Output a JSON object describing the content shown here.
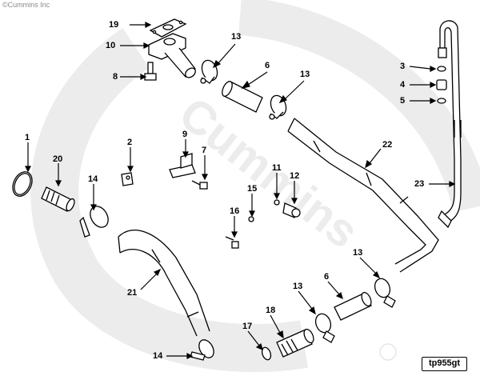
{
  "copyright": "©Cummins Inc",
  "watermark": "Cummins",
  "figure_id": "tp955gt",
  "callouts": {
    "c19": "19",
    "c10": "10",
    "c8": "8",
    "c13a": "13",
    "c6a": "6",
    "c13b": "13",
    "c3": "3",
    "c4": "4",
    "c5": "5",
    "c1": "1",
    "c20": "20",
    "c14a": "14",
    "c2": "2",
    "c9": "9",
    "c7": "7",
    "c22": "22",
    "c11": "11",
    "c12": "12",
    "c15": "15",
    "c16": "16",
    "c23": "23",
    "c21": "21",
    "c13c": "13",
    "c13d": "13",
    "c6b": "6",
    "c18": "18",
    "c17": "17",
    "c14b": "14"
  },
  "colors": {
    "line": "#000000",
    "watermark": "#ececec",
    "part_fill": "#ffffff"
  }
}
